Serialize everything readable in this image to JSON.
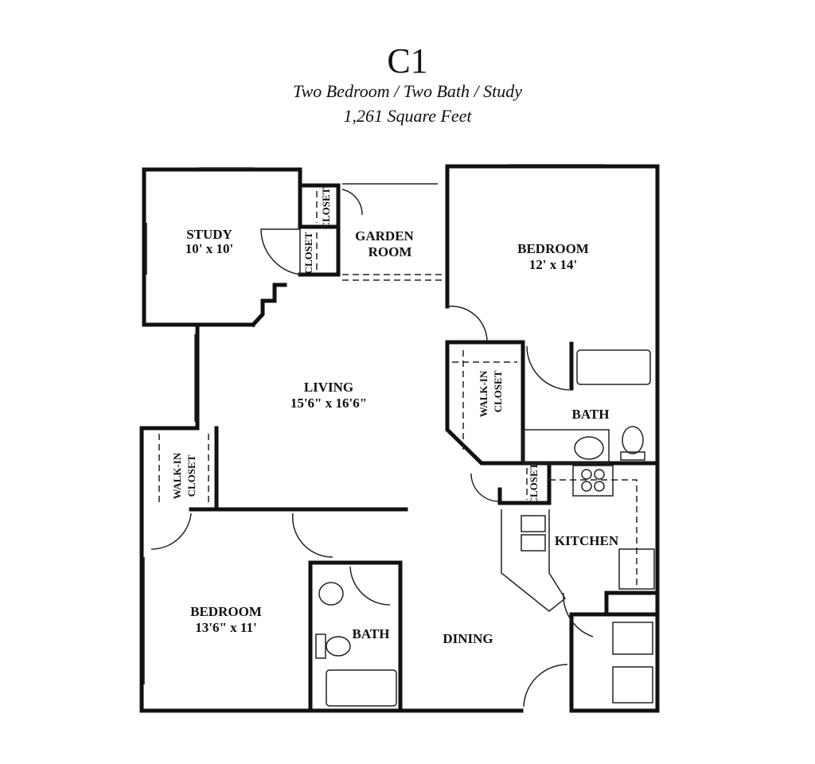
{
  "header": {
    "plan_name": "C1",
    "description": "Two Bedroom / Two Bath / Study",
    "area": "1,261 Square Feet"
  },
  "rooms": {
    "study": {
      "name": "STUDY",
      "size": "10' x 10'"
    },
    "study_closet_1": "CLOSET",
    "study_closet_2": "CLOSET",
    "garden_room": {
      "line1": "GARDEN",
      "line2": "ROOM"
    },
    "master_bedroom": {
      "name": "BEDROOM",
      "size": "12' x 14'"
    },
    "living": {
      "name": "LIVING",
      "size": "15'6\" x 16'6\""
    },
    "master_walkin": {
      "line1": "WALK-IN",
      "line2": "CLOSET"
    },
    "master_bath": "BATH",
    "kitchen_closet": "CLOSET",
    "kitchen": "KITCHEN",
    "second_walkin": {
      "line1": "WALK-IN",
      "line2": "CLOSET"
    },
    "second_bedroom": {
      "name": "BEDROOM",
      "size": "13'6\" x 11'"
    },
    "second_bath": "BATH",
    "dining": "DINING"
  }
}
